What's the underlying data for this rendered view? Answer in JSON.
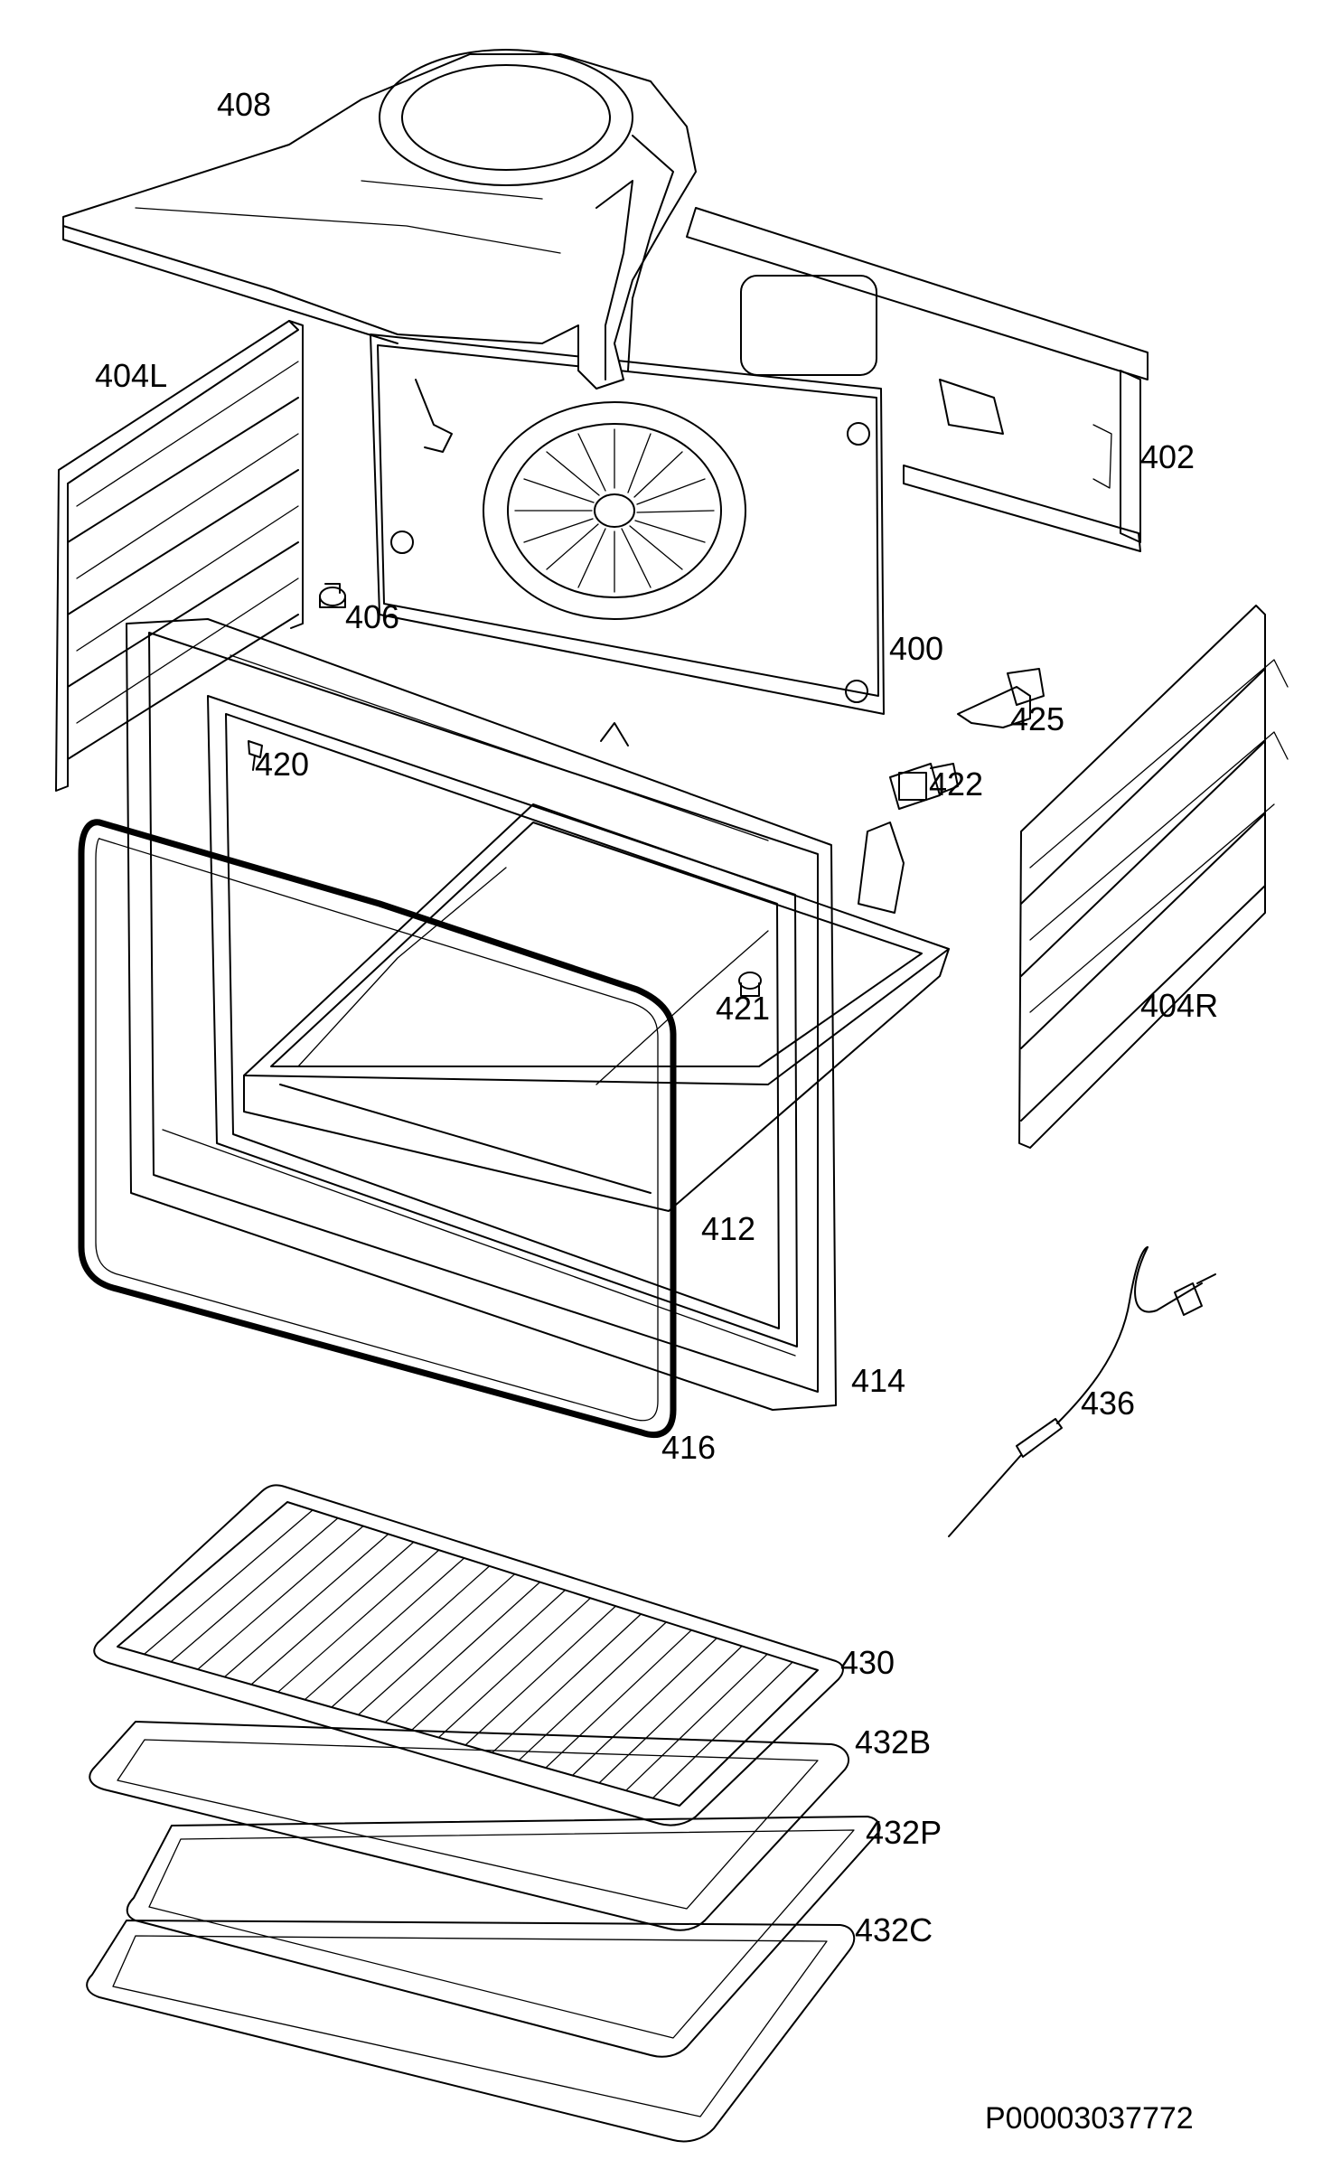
{
  "diagram": {
    "reference": "P00003037772",
    "labels": [
      {
        "id": "408",
        "text": "408"
      },
      {
        "id": "404L",
        "text": "404L"
      },
      {
        "id": "402",
        "text": "402"
      },
      {
        "id": "406",
        "text": "406"
      },
      {
        "id": "400",
        "text": "400"
      },
      {
        "id": "425",
        "text": "425"
      },
      {
        "id": "420",
        "text": "420"
      },
      {
        "id": "422",
        "text": "422"
      },
      {
        "id": "421",
        "text": "421"
      },
      {
        "id": "404R",
        "text": "404R"
      },
      {
        "id": "412",
        "text": "412"
      },
      {
        "id": "414",
        "text": "414"
      },
      {
        "id": "416",
        "text": "416"
      },
      {
        "id": "436",
        "text": "436"
      },
      {
        "id": "430",
        "text": "430"
      },
      {
        "id": "432B",
        "text": "432B"
      },
      {
        "id": "432P",
        "text": "432P"
      },
      {
        "id": "432C",
        "text": "432C"
      }
    ]
  }
}
